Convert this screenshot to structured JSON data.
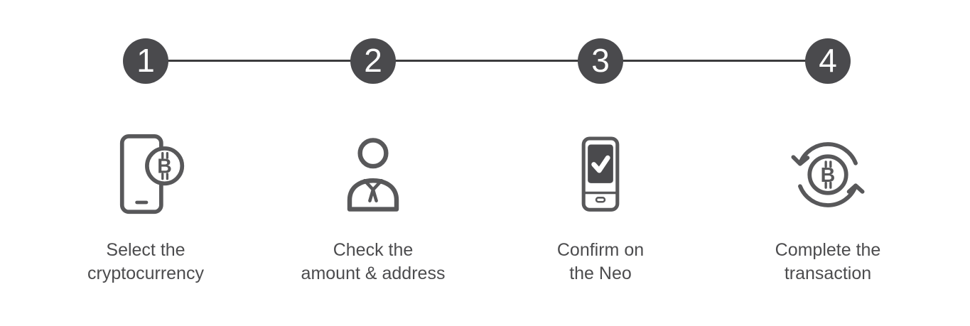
{
  "stepper": {
    "bitcoin_letter": "B",
    "steps": [
      {
        "number": "1",
        "icon": "phone-bitcoin-icon",
        "label_line1": "Select the",
        "label_line2": "cryptocurrency"
      },
      {
        "number": "2",
        "icon": "person-icon",
        "label_line1": "Check the",
        "label_line2": "amount & address"
      },
      {
        "number": "3",
        "icon": "phone-check-icon",
        "label_line1": "Confirm on",
        "label_line2": "the Neo"
      },
      {
        "number": "4",
        "icon": "sync-bitcoin-icon",
        "label_line1": "Complete the",
        "label_line2": "transaction"
      }
    ],
    "colors": {
      "step_circle": "#4a4a4d",
      "connector_line": "#3c3c3e",
      "icon_stroke": "#58585a",
      "label_text": "#4c4c4e",
      "number_text": "#ffffff",
      "background": "#ffffff",
      "check_box_fill": "#4a4a4d"
    }
  }
}
